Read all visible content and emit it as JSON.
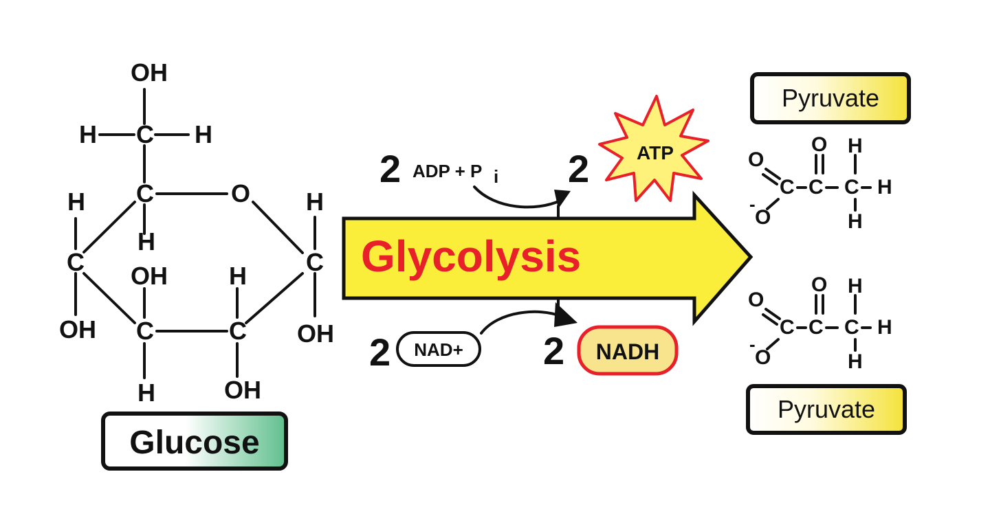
{
  "glucose": {
    "label": "Glucose",
    "atoms": {
      "oh": "OH",
      "h": "H",
      "c": "C",
      "o": "O"
    }
  },
  "reaction": {
    "process_label": "Glycolysis",
    "atp_input": {
      "coef": "2",
      "text": "ADP + P",
      "sub": "i"
    },
    "atp_output": {
      "coef": "2",
      "text": "ATP"
    },
    "nad_input": {
      "coef": "2",
      "text": "NAD+"
    },
    "nadh_output": {
      "coef": "2",
      "text": "NADH"
    }
  },
  "pyruvate": {
    "label_top": "Pyruvate",
    "label_bottom": "Pyruvate",
    "atoms": {
      "o": "O",
      "c": "C",
      "h": "H",
      "minus": "-",
      "dash": "-"
    }
  },
  "colors": {
    "arrow_fill": "#fbee3a",
    "glycolysis_text": "#e8202a",
    "atp_burst": "#fff27a",
    "atp_outline": "#e8202a",
    "nadh_fill": "#f7e48c",
    "nadh_outline": "#e8202a",
    "glucose_box_gradient_end": "#5fbf8c",
    "pyruvate_box_gradient_end": "#f4e23a"
  }
}
